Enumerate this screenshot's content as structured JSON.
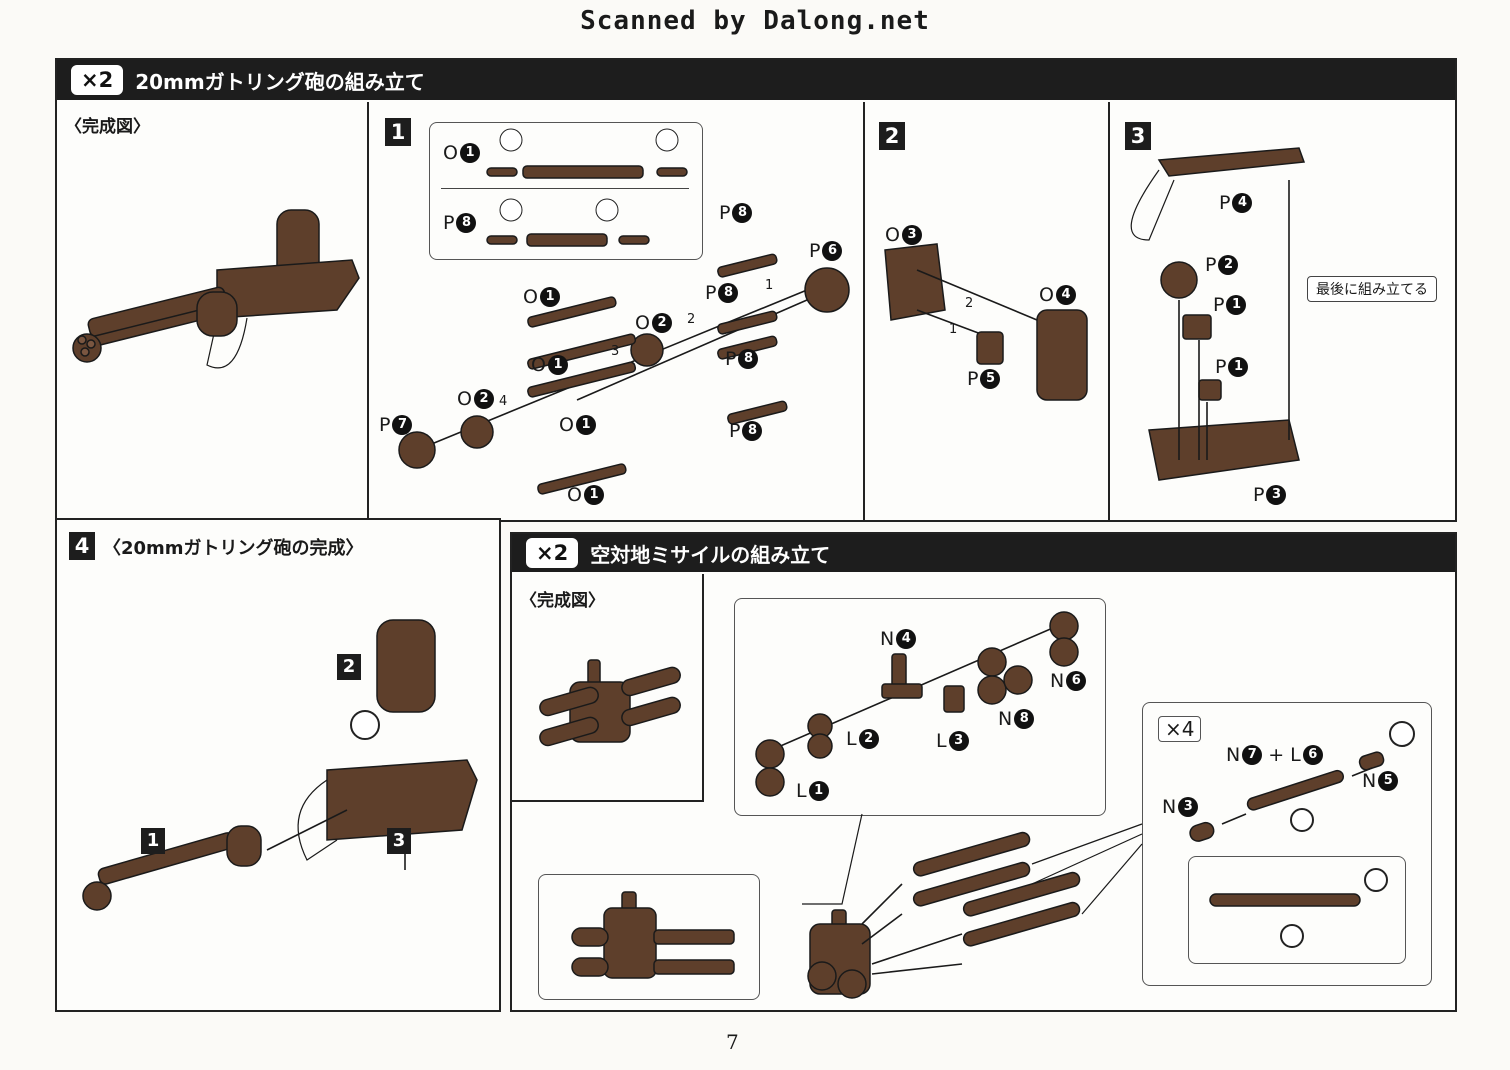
{
  "header": {
    "scanned_by": "Scanned by Dalong.net"
  },
  "gatling": {
    "count_badge": "×2",
    "title": "20mmガトリング砲の組み立て",
    "complete_label": "〈完成図〉",
    "steps": {
      "s1": "1",
      "s2": "2",
      "s3": "3",
      "s4": "4"
    },
    "step1": {
      "o1": "O",
      "o1n": "1",
      "p8": "P",
      "p8n": "8",
      "o2": "O",
      "o2n": "2",
      "p7": "P",
      "p7n": "7",
      "p6": "P",
      "p6n": "6",
      "h1": "1",
      "h2": "2",
      "h3": "3",
      "h4": "4"
    },
    "step2": {
      "o3": "O",
      "o3n": "3",
      "o4": "O",
      "o4n": "4",
      "p5": "P",
      "p5n": "5",
      "h1": "1",
      "h2": "2"
    },
    "step3": {
      "p4": "P",
      "p4n": "4",
      "p2": "P",
      "p2n": "2",
      "p1": "P",
      "p1n": "1",
      "p3": "P",
      "p3n": "3",
      "note": "最後に組み立てる"
    },
    "step4": {
      "title": "〈20mmガトリング砲の完成〉",
      "n1": "1",
      "n2": "2",
      "n3": "3"
    }
  },
  "missile": {
    "count_badge": "×2",
    "title": "空対地ミサイルの組み立て",
    "complete_label": "〈完成図〉",
    "labels": {
      "n4": "N",
      "n4n": "4",
      "n6": "N",
      "n6n": "6",
      "n8": "N",
      "n8n": "8",
      "l1": "L",
      "l1n": "1",
      "l2": "L",
      "l2n": "2",
      "l3": "L",
      "l3n": "3",
      "n3": "N",
      "n3n": "3",
      "n5": "N",
      "n5n": "5",
      "n7": "N",
      "n7n": "7",
      "plus": "+",
      "l6": "L",
      "l6n": "6"
    },
    "x4": "×4"
  },
  "footer": {
    "page_number": "7"
  }
}
